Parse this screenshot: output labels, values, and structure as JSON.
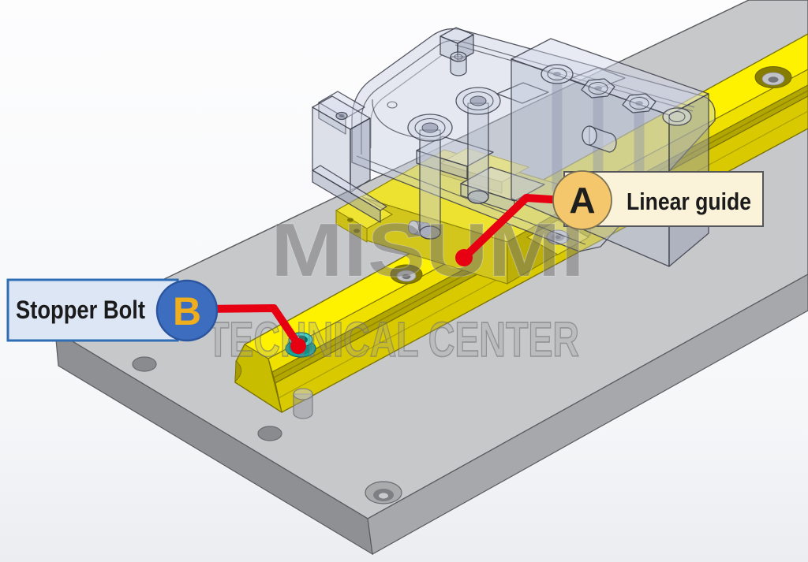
{
  "watermark": {
    "line1": "MISUMI",
    "line2": "TECHNICAL CENTER"
  },
  "callouts": {
    "a": {
      "marker": "A",
      "label": "Linear guide"
    },
    "b": {
      "marker": "B",
      "label": "Stopper Bolt"
    }
  },
  "colors": {
    "leader_line_red": "#E60012",
    "rail_yellow": "#FFF200",
    "plate_gray": "#C7C8CA",
    "stopper_bolt_teal": "#42D8CC",
    "callout_a_circle": "#F4C76C",
    "callout_a_box": "#FBF3D9",
    "callout_b_circle": "#3D6DBE",
    "callout_b_box": "#DCE6F5",
    "marker_b_text": "#F0AD1C"
  }
}
